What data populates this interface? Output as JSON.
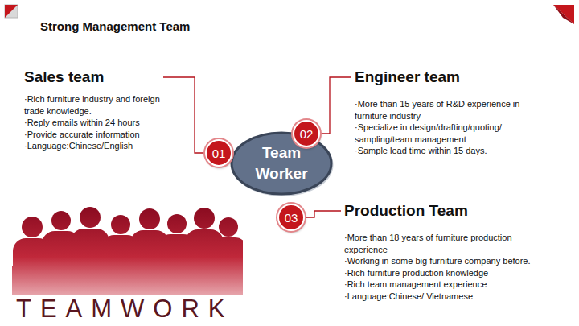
{
  "diagram": {
    "title": "Strong Management Team",
    "nodes": [
      {
        "text": [
          "Team Worker"
        ]
      },
      {
        "text": [
          "01"
        ]
      },
      {
        "text": [
          "02"
        ]
      },
      {
        "text": [
          "03"
        ]
      },
      {
        "text": [
          "Sales team",
          "·Rich furniture industry and foreign trade knowledge.",
          "·Reply emails within 24 hours",
          "·Provide accurate information",
          "·Language:Chinese/English"
        ]
      },
      {
        "text": [
          "Engineer team",
          "·More than 15 years of R&D experience in furniture industry",
          "·Specialize in design/drafting/quoting/ sampling/team management",
          "·Sample lead time within 15 days."
        ]
      },
      {
        "text": [
          "Production Team",
          "·More than 18 years of furniture production experience",
          "·Working in some big furniture company before.",
          "·Rich furniture production knowledge",
          "·Rich team management experience",
          "·Language:Chinese/ Vietnamese"
        ]
      }
    ],
    "edges": [
      {
        "from": 1,
        "to": 4,
        "arrow": "none"
      },
      {
        "from": 2,
        "to": 5,
        "arrow": "none"
      },
      {
        "from": 3,
        "to": 6,
        "arrow": "none"
      }
    ],
    "labels": [
      "TEAMWORK"
    ]
  }
}
